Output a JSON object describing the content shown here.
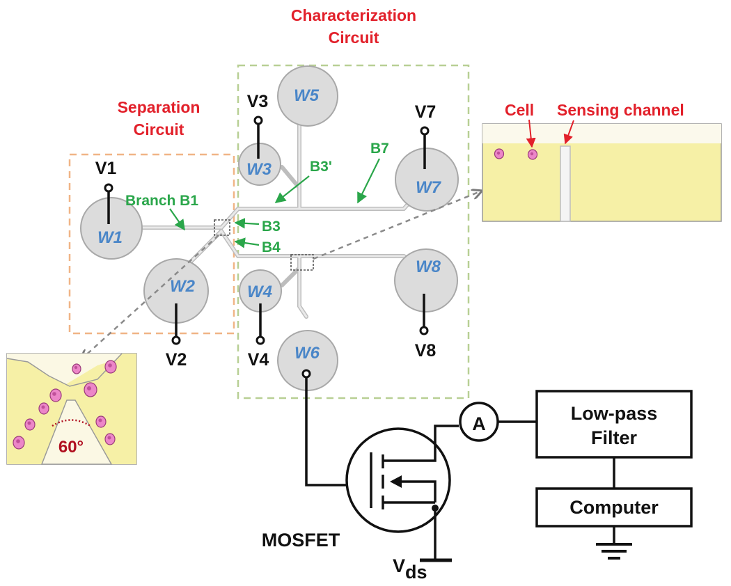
{
  "titles": {
    "characterization_line1": "Characterization",
    "characterization_line2": "Circuit",
    "separation_line1": "Separation",
    "separation_line2": "Circuit"
  },
  "electrodes": {
    "v1": "V1",
    "v2": "V2",
    "v3": "V3",
    "v4": "V4",
    "v7": "V7",
    "v8": "V8"
  },
  "wells": {
    "w1": "W1",
    "w2": "W2",
    "w3": "W3",
    "w4": "W4",
    "w5": "W5",
    "w6": "W6",
    "w7": "W7",
    "w8": "W8"
  },
  "branches": {
    "b1": "Branch B1",
    "b3": "B3",
    "b3p": "B3'",
    "b4": "B4",
    "b7": "B7"
  },
  "inset_right": {
    "cell_label": "Cell",
    "sensing_label": "Sensing channel"
  },
  "inset_left": {
    "angle_label": "60°"
  },
  "circuit": {
    "ammeter": "A",
    "filter_line1": "Low-pass",
    "filter_line2": "Filter",
    "computer": "Computer",
    "mosfet": "MOSFET",
    "vds_main": "V",
    "vds_sub": "ds"
  },
  "colors": {
    "title_red": "#e2202a",
    "branch_green": "#2aa64a",
    "well_label_blue": "#4a86c8",
    "inset_fill": "#f6f0a6",
    "cell_pink": "#ec86c8"
  }
}
